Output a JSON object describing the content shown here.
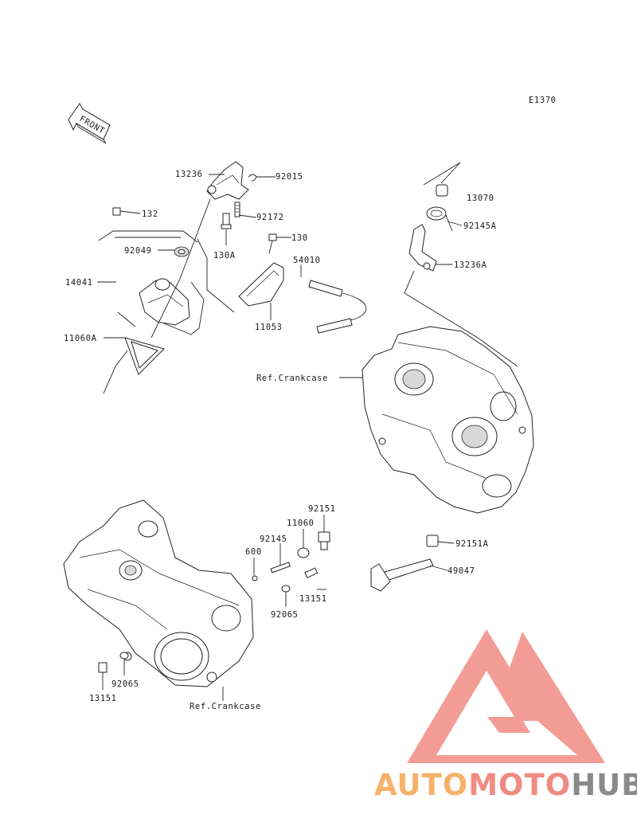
{
  "diagram_code": "E1370",
  "front_label": "FRONT",
  "brand": {
    "part1": "AUTO",
    "part2": "MOTO",
    "part3": "HUB",
    "color1": "#f6b26b",
    "color2": "#f08b82",
    "color3": "#8a8a8a",
    "mark_color": "#f08b82"
  },
  "labels": {
    "p13236": "13236",
    "p92015": "92015",
    "p132": "132",
    "p92172": "92172",
    "p130": "130",
    "p92049": "92049",
    "p130A": "130A",
    "p54010": "54010",
    "p14041": "14041",
    "p11053": "11053",
    "p11060A": "11060A",
    "p13070": "13070",
    "p92145A": "92145A",
    "p13236A": "13236A",
    "ref_crankcase_1": "Ref.Crankcase",
    "p92151": "92151",
    "p11060": "11060",
    "p92145": "92145",
    "p600": "600",
    "p13151_a": "13151",
    "p92065_a": "92065",
    "p92151A": "92151A",
    "p49047": "49047",
    "p92065_b": "92065",
    "p13151_b": "13151",
    "ref_crankcase_2": "Ref.Crankcase"
  }
}
